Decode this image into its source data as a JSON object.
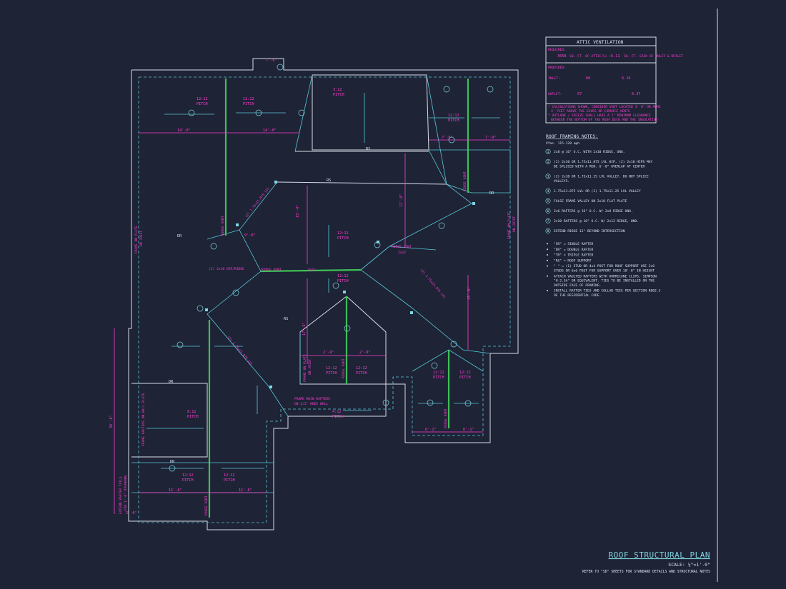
{
  "ventilation": {
    "title": "ATTIC VENTILATION",
    "required_label": "REQUIRED:",
    "required_value": "3658",
    "required_desc": "SQ. FT. OF ATTIC(S) ÷",
    "required_result": "6.11",
    "required_result_desc": "SQ. FT. EACH OF INLET & OUTLET",
    "provided_label": "PROVIDED:",
    "inlet_label": "INLET:",
    "inlet_value1": "60",
    "inlet_value2": "6.16",
    "outlet_label": "OUTLET:",
    "outlet_value1": "57",
    "outlet_value2": "6.37",
    "note1": "* CALCULATIONS SHOWN, CONSIDER VENT LOCATED 3' 0\" OR MORE",
    "note2": "3' FEET ABOVE THE EAVES OR CORNICE VENTS",
    "note3": "* OUTLOOK / FRIEZE SHALL HAVE A 1\" MINIMUM CLEARANCE",
    "note4": "BETWEEN THE BOTTOM OF THE ROOF DECK AND THE INSULATION"
  },
  "framing_notes": {
    "title": "ROOF FRAMING NOTES:",
    "wind": "Vfas. 115-120 mph",
    "items": [
      {
        "num": "1",
        "text": "2x8 @ 16\" O.C. WITH 2x10 RIDGE, UNO."
      },
      {
        "num": "2",
        "text": "(2) 2x10 OR 1.75x11.875 LVL HIP, (2) 2x10 HIPS MAY BE SPLICED WITH A MIN. 6'-0\" OVERLAP AT CENTER"
      },
      {
        "num": "3",
        "text": "(2) 2x10 OR 1.75x11.25 LVL VALLEY. DO NOT SPLICE VALLEYS."
      },
      {
        "num": "4",
        "text": "1.75x11.875 LVL OR (2) 1.75x11.25 LVL VALLEY"
      },
      {
        "num": "5",
        "text": "FALSE FRAME VALLEY ON 2x10 FLAT PLATE"
      },
      {
        "num": "6",
        "text": "2x6 RAFTERS @ 16\" O.C. W/ 2x8 RIDGE UNO."
      },
      {
        "num": "7",
        "text": "2x10 RAFTERS @ 16\" O.C. W/ 2x12 RIDGE, UNO."
      },
      {
        "num": "8",
        "text": "EXTEND RIDGE 12\" BEYOND INTERSECTION"
      }
    ],
    "bullets": [
      "\"SR\" = SINGLE RAFTER",
      "\"DR\" = DOUBLE RAFTER",
      "\"TR\" = TRIPLE RAFTER",
      "\"RS\" = ROOF SUPPORT",
      "\" \" = (1) STUD OR 4x4 POST FOR ROOF SUPPORT USE 2x6 STUDS OR 6x6 POST FOR SUPPORT OVER 10'-0\" IN HEIGHT",
      "ATTACH VAULTED RAFTERS WITH HURRICANE CLIPS, SIMPSON \"H-2.5A\" OR EQUIVALENT. TIES TO BE INSTALLED ON THE OUTSIDE FACE OF FRAMING.",
      "INSTALL RAFTER TIES AND COLLAR TIES PER SECTION R802.3 OF THE RESIDENTIAL CODE."
    ]
  },
  "title_block": {
    "title": "ROOF STRUCTURAL PLAN",
    "scale": "SCALE: ¼\"=1'-0\"",
    "reference": "REFER TO \"SD\" SHEETS FOR STANDARD DETAILS AND STRUCTURAL NOTES"
  },
  "plan_labels": {
    "pitch_12_12": "12:12",
    "pitch_3_12": "3:12",
    "pitch_8_12": "8:12",
    "pitch_4_12": "4:12",
    "pitch_word": "PITCH",
    "dim_14_0": "14'-0\"",
    "dim_7_0": "7'-0\"",
    "dim_7_6": "7'-6\"",
    "dim_9_0": "9'-0\"",
    "dim_2_9": "2'-9\"",
    "dim_11_6": "11'-6\"",
    "dim_6_1": "6'-1\"",
    "dim_2_6": "2'-6\"",
    "dim_36_6": "36'-6\"",
    "dim_15_0": "15'-0\"",
    "dim_12_0": "12'-0\"",
    "dim_17_6": "17'-6\"",
    "rs": "RS",
    "dr": "DR",
    "ridge_vent": "RIDGE VENT",
    "hip": "(2) 1.75x11.875 LVL",
    "frame_on_plate": "FRAME ON PLATE",
    "on_joist": "ON JOIST",
    "frame_main_rafters": "FRAME MAIN RAFTERS",
    "on_knee_wall": "ON 1/2\" KNEE WALL",
    "frame_rafters_wall": "FRAME RAFTERS ON WALL PLATE",
    "hip_ridge": "(2) 2x10 HIP/RIDGE",
    "two_by_12": "2x12",
    "extend_rafter_tails": "EXTEND RAFTER TAILS",
    "extend_rafter_tails2": "FOR 1'-6\" OVERHANG"
  }
}
